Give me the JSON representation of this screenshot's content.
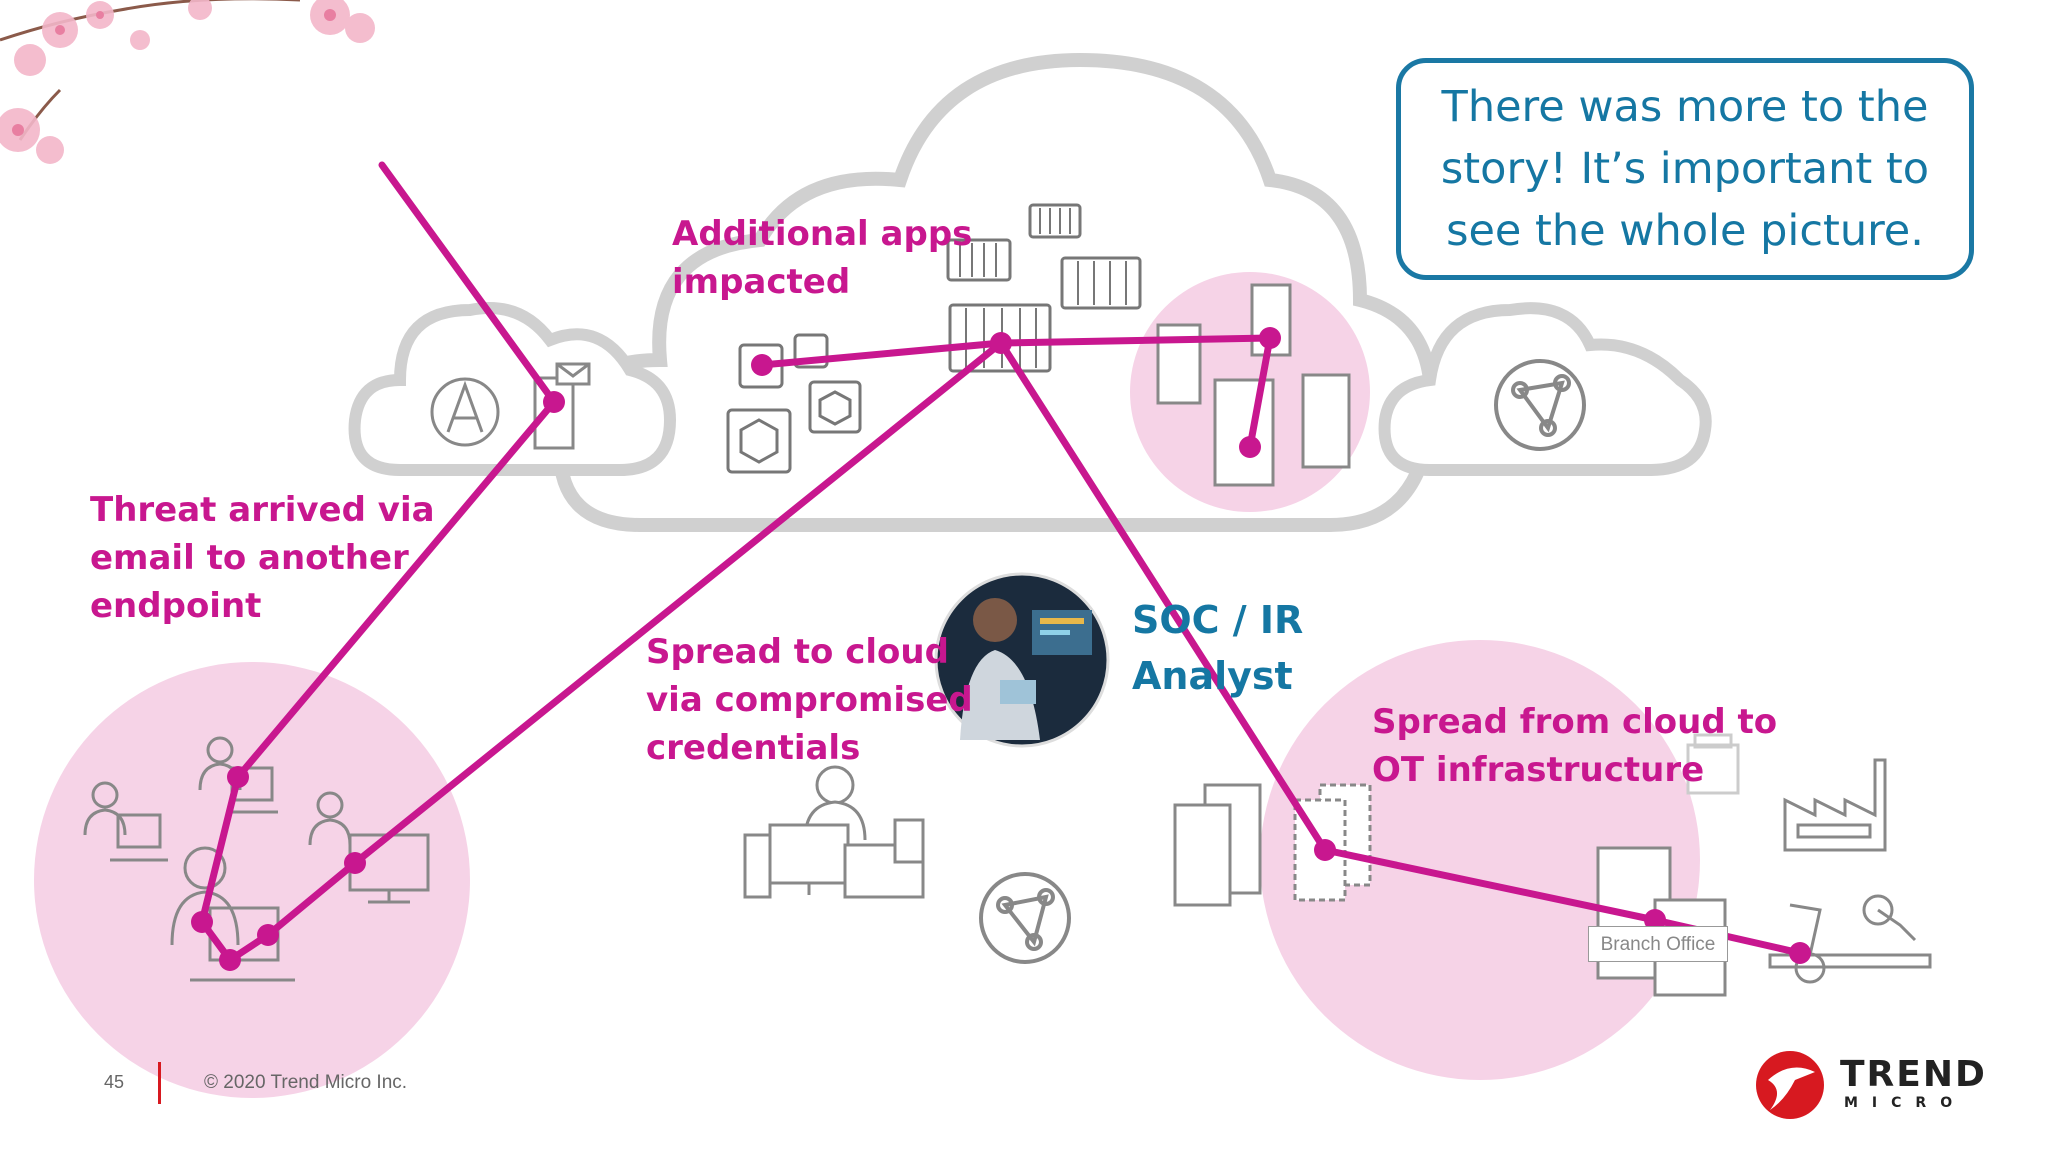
{
  "callout": {
    "lines": [
      "There was more to the",
      "story! It’s important to",
      "see the whole picture."
    ]
  },
  "labels": {
    "additional_apps": [
      "Additional apps",
      "impacted"
    ],
    "threat_arrived": [
      "Threat arrived via",
      "email to another",
      "endpoint"
    ],
    "spread_to_cloud": [
      "Spread to cloud",
      "via compromised",
      "credentials"
    ],
    "soc_analyst": [
      "SOC / IR",
      "Analyst"
    ],
    "spread_from_cloud": [
      "Spread from cloud to",
      "OT infrastructure"
    ],
    "branch_office": "Branch Office"
  },
  "footer": {
    "page_number": "45",
    "copyright": "© 2020 Trend Micro Inc."
  },
  "logo": {
    "line1": "TREND",
    "line2": "MICRO"
  },
  "colors": {
    "attack_path": "#c8178f",
    "highlight_circle": "#f6d3e7",
    "callout_border": "#1a78a4",
    "cloud_outline": "#cfcfcf",
    "logo_red": "#d71920"
  },
  "icons": [
    "cherry-blossom-decoration",
    "cloud-outline",
    "app-store-icon",
    "email-icon",
    "lambda-function-icon",
    "container-icon",
    "server-icon",
    "network-globe-icon",
    "user-laptop-icon",
    "desktop-workstation-icon",
    "analyst-photo",
    "factory-icon",
    "robot-arm-icon",
    "printer-icon",
    "building-icon"
  ]
}
